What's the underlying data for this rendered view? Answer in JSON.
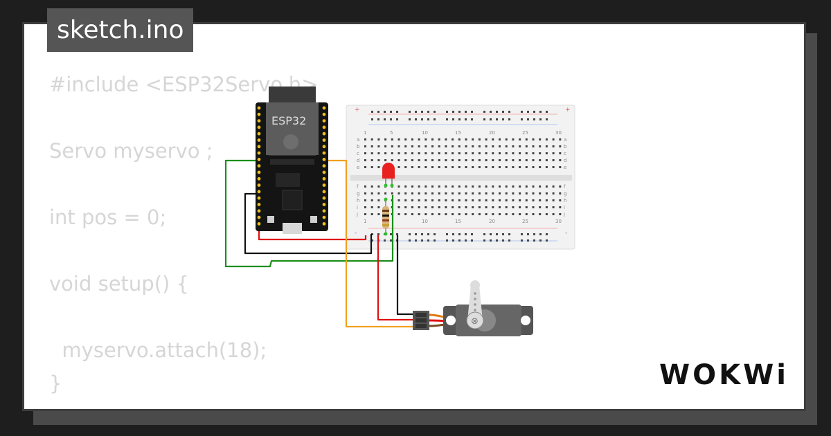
{
  "tab": {
    "title": "sketch.ino"
  },
  "code": {
    "lines": [
      "#include <ESP32Servo.h>",
      "",
      "Servo myservo ;",
      "",
      "int pos = 0;",
      "",
      "void setup() {",
      "",
      "  myservo.attach(18);",
      "}"
    ]
  },
  "circuit": {
    "board_label": "ESP32",
    "breadboard_numbers": [
      "1",
      "5",
      "10",
      "15",
      "20",
      "25",
      "30"
    ],
    "breadboard_rows_top": [
      "a",
      "b",
      "c",
      "d",
      "e"
    ],
    "breadboard_rows_bottom": [
      "f",
      "g",
      "h",
      "i",
      "j"
    ],
    "rail_plus": "+",
    "rail_minus": "-"
  },
  "logo": {
    "text": "WOKWi"
  },
  "colors": {
    "background": "#1e1e1e",
    "tab_bg": "#555555",
    "code_text": "#d6d6d6",
    "wire_green": "#1a8f1a",
    "wire_black": "#111111",
    "wire_red": "#e01010",
    "wire_orange": "#f0a020",
    "led_red": "#e82020"
  }
}
